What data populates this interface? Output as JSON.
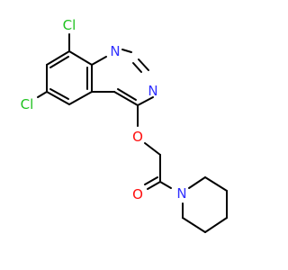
{
  "colors": {
    "bond": "#000000",
    "nitrogen": "#3030ff",
    "oxygen": "#ff0d0d",
    "chlorine": "#1fc21f"
  },
  "atoms": {
    "cl_top": "Cl",
    "cl_left": "Cl",
    "n_upper": "N",
    "n_lower": "N",
    "o_ether": "O",
    "o_carbonyl": "O",
    "n_piperidine": "N"
  }
}
